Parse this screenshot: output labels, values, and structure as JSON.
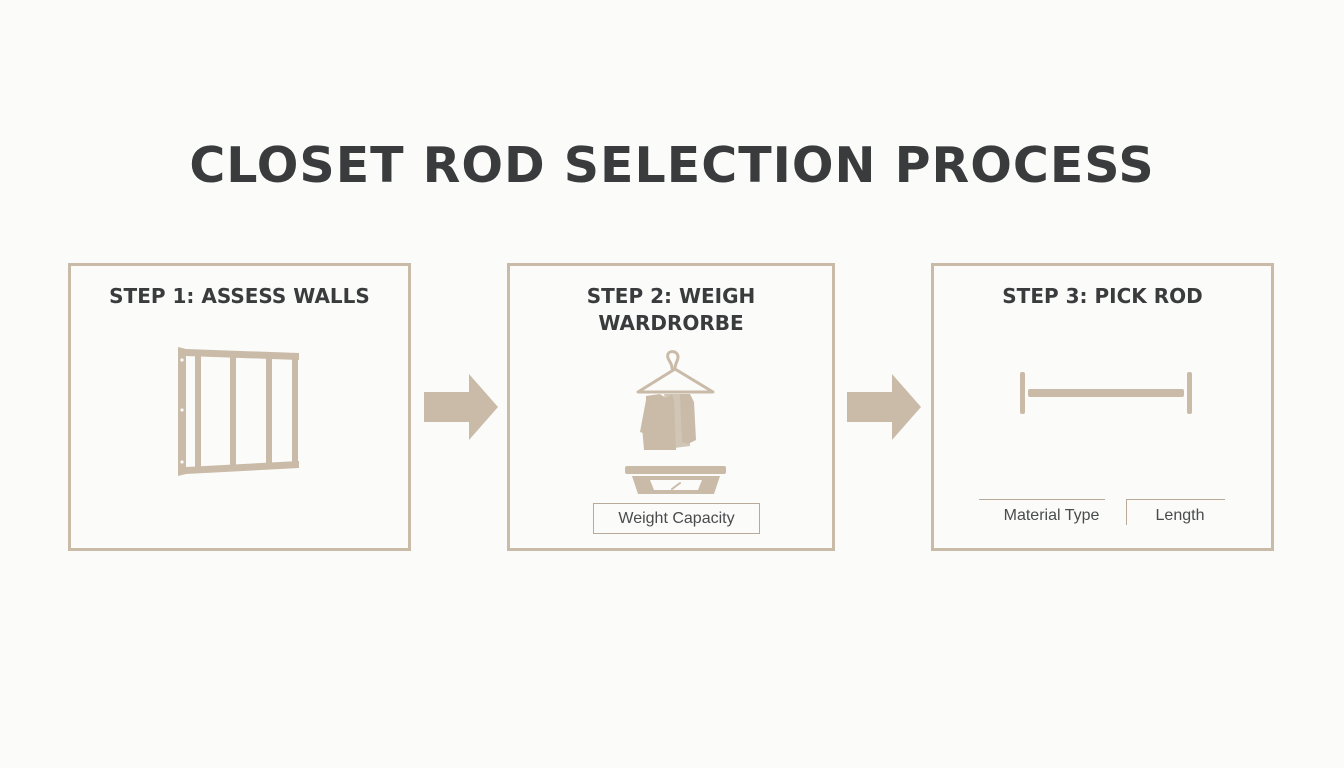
{
  "title": "CLOSET ROD SELECTION PROCESS",
  "colors": {
    "accent": "#c9bba8",
    "text": "#3a3b3d",
    "background": "#fbfbfa"
  },
  "steps": [
    {
      "title": "STEP 1: ASSESS WALLS",
      "icon": "wall-stud-frame-icon"
    },
    {
      "title": "STEP 2: WEIGH WARDRORBE",
      "icon": "clothes-on-scale-icon",
      "tags": [
        "Weight Capacity"
      ]
    },
    {
      "title": "STEP 3: PICK ROD",
      "icon": "closet-rod-icon",
      "tags": [
        "Material Type",
        "Length"
      ]
    }
  ],
  "connectors": [
    "arrow-right-icon",
    "arrow-right-icon"
  ]
}
